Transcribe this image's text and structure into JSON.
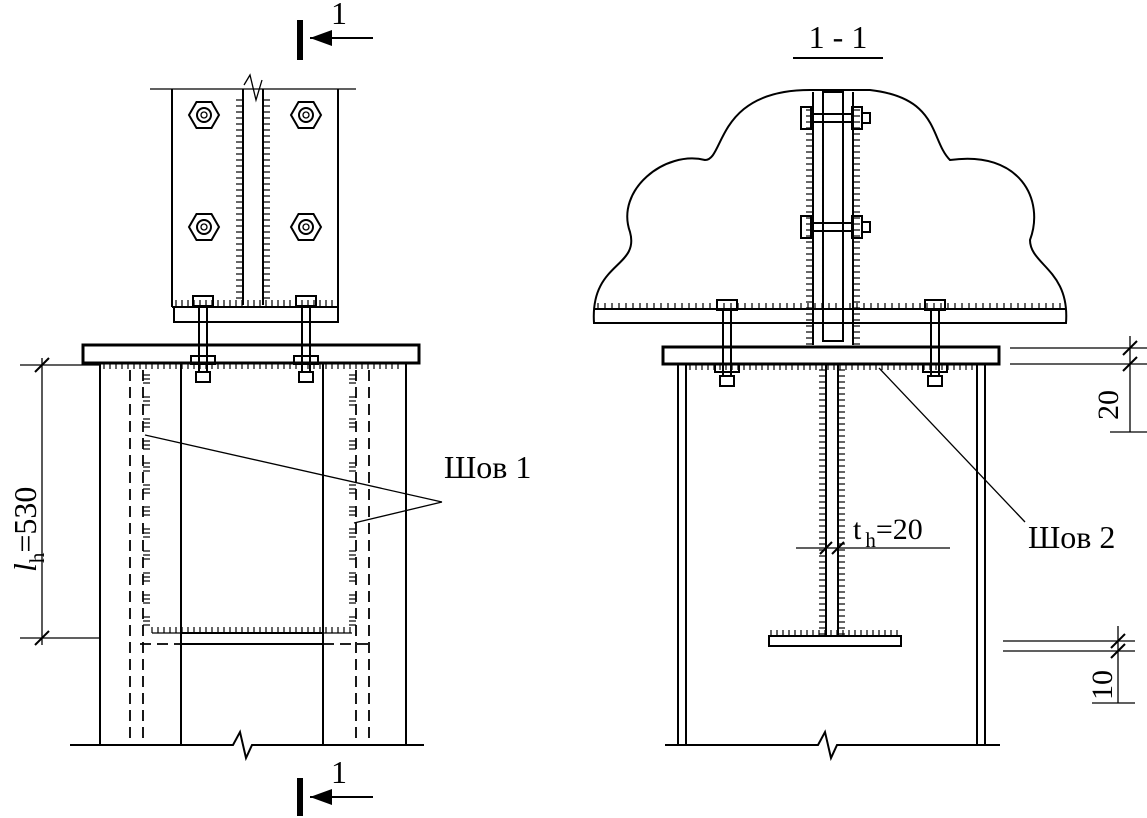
{
  "labels": {
    "section_mark_top": "1",
    "section_mark_bottom": "1",
    "section_title": "1 - 1",
    "weld1": "Шов 1",
    "weld2": "Шов 2",
    "dim_lh_var": "l",
    "dim_lh_sub": "h",
    "dim_lh_val": "=530",
    "dim_th_var": "t",
    "dim_th_sub": "h",
    "dim_th_val": "=20",
    "dim_20": "20",
    "dim_10": "10"
  },
  "colors": {
    "ink": "#000000",
    "paper": "#ffffff",
    "hatch": "#000000"
  }
}
